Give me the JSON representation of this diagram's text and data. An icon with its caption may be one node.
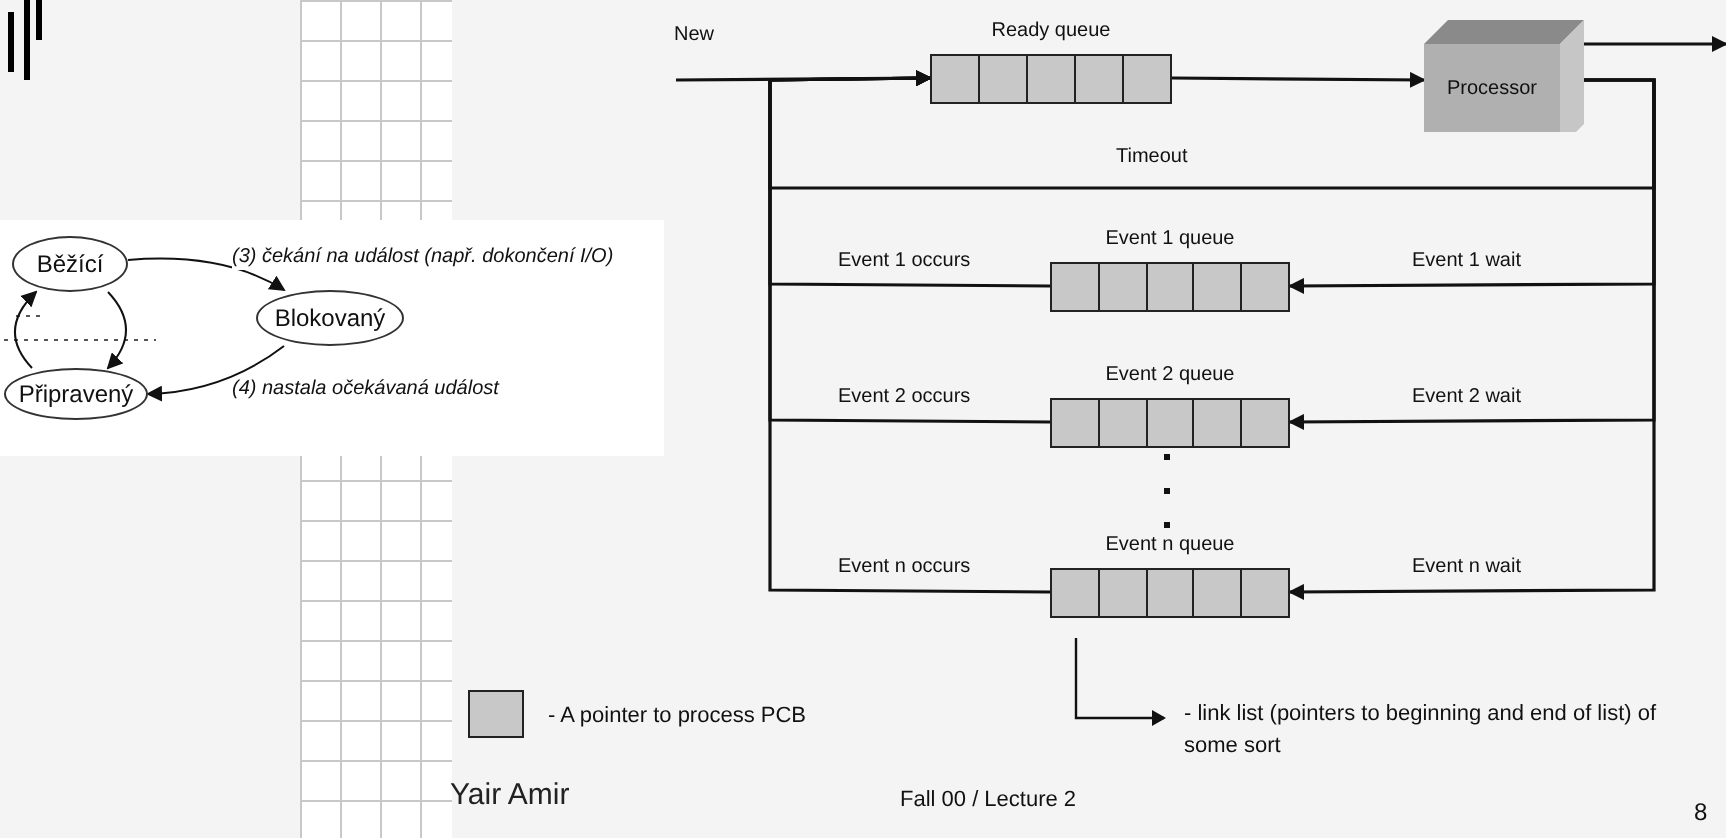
{
  "diagram": {
    "nodes": [
      {
        "text": [
          "Běžící"
        ]
      },
      {
        "text": [
          "Blokovaný"
        ]
      },
      {
        "text": [
          "Připravený"
        ]
      },
      {
        "text": [
          "Ready queue"
        ]
      },
      {
        "text": [
          "Processor"
        ]
      },
      {
        "text": [
          "Event 1 queue"
        ]
      },
      {
        "text": [
          "Event 2 queue"
        ]
      },
      {
        "text": [
          "Event n queue"
        ]
      }
    ],
    "edges": [
      {
        "from": 0,
        "to": 1,
        "arrow": "to",
        "label": "(3) čekání na událost (např. dokončení I/O)"
      },
      {
        "from": 1,
        "to": 2,
        "arrow": "to",
        "label": "(4) nastala očekávaná událost"
      },
      {
        "from": 0,
        "to": 2,
        "arrow": "to"
      },
      {
        "from": 2,
        "to": 0,
        "arrow": "to"
      },
      {
        "from": null,
        "to": 3,
        "arrow": "to",
        "label": "New"
      },
      {
        "from": 3,
        "to": 4,
        "arrow": "to"
      },
      {
        "from": 4,
        "to": null,
        "arrow": "to"
      },
      {
        "from": 4,
        "to": 3,
        "arrow": "to",
        "label": "Timeout"
      },
      {
        "from": 4,
        "to": 5,
        "arrow": "to",
        "label": "Event 1 wait"
      },
      {
        "from": 4,
        "to": 6,
        "arrow": "to",
        "label": "Event 2 wait"
      },
      {
        "from": 4,
        "to": 7,
        "arrow": "to",
        "label": "Event n wait"
      },
      {
        "from": 5,
        "to": 3,
        "arrow": "to",
        "label": "Event 1 occurs"
      },
      {
        "from": 6,
        "to": 3,
        "arrow": "to",
        "label": "Event 2 occurs"
      },
      {
        "from": 7,
        "to": 3,
        "arrow": "to",
        "label": "Event n occurs"
      }
    ],
    "labels": [
      "Yair Amir",
      "Fall 00 / Lecture 2",
      "8"
    ],
    "legend": [
      {
        "text": "- A pointer to process PCB",
        "color": "#c8c8c8"
      },
      {
        "text": "- link list (pointers to beginning and end of list) of some sort"
      }
    ]
  }
}
